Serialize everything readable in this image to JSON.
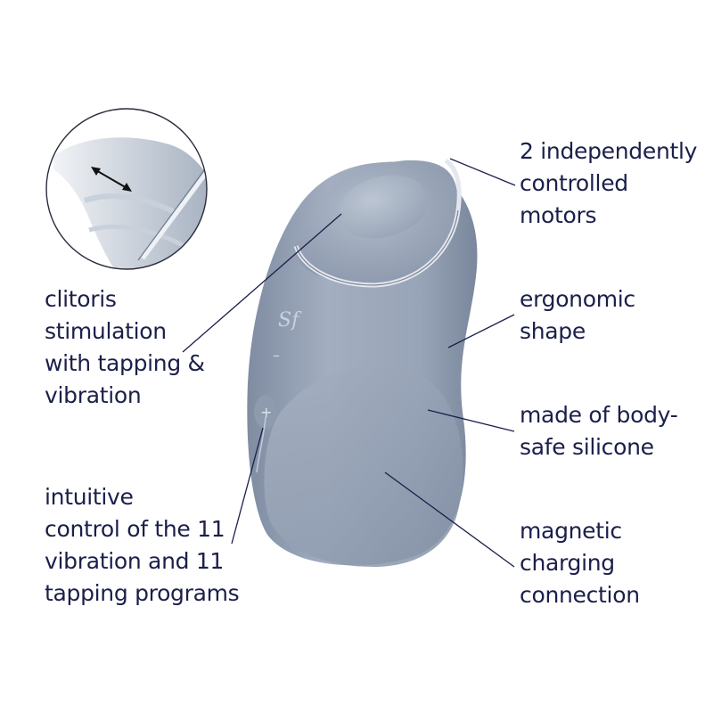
{
  "brand_mark": "Sf",
  "callouts": {
    "motors": [
      "2 independently",
      "controlled",
      "motors"
    ],
    "stimulation": [
      "clitoris",
      "stimulation",
      "with tapping &",
      "vibration"
    ],
    "ergonomic": [
      "ergonomic",
      "shape"
    ],
    "silicone": [
      "made of body-",
      "safe silicone"
    ],
    "control": [
      "intuitive",
      "control of the 11",
      "vibration and 11",
      "tapping programs"
    ],
    "magnetic": [
      "magnetic",
      "charging",
      "connection"
    ]
  },
  "buttons": {
    "minus": "–",
    "plus": "+"
  },
  "colors": {
    "text": "#1b1f4a",
    "device": "#9aa6b8",
    "rim": "#c9ced6"
  }
}
